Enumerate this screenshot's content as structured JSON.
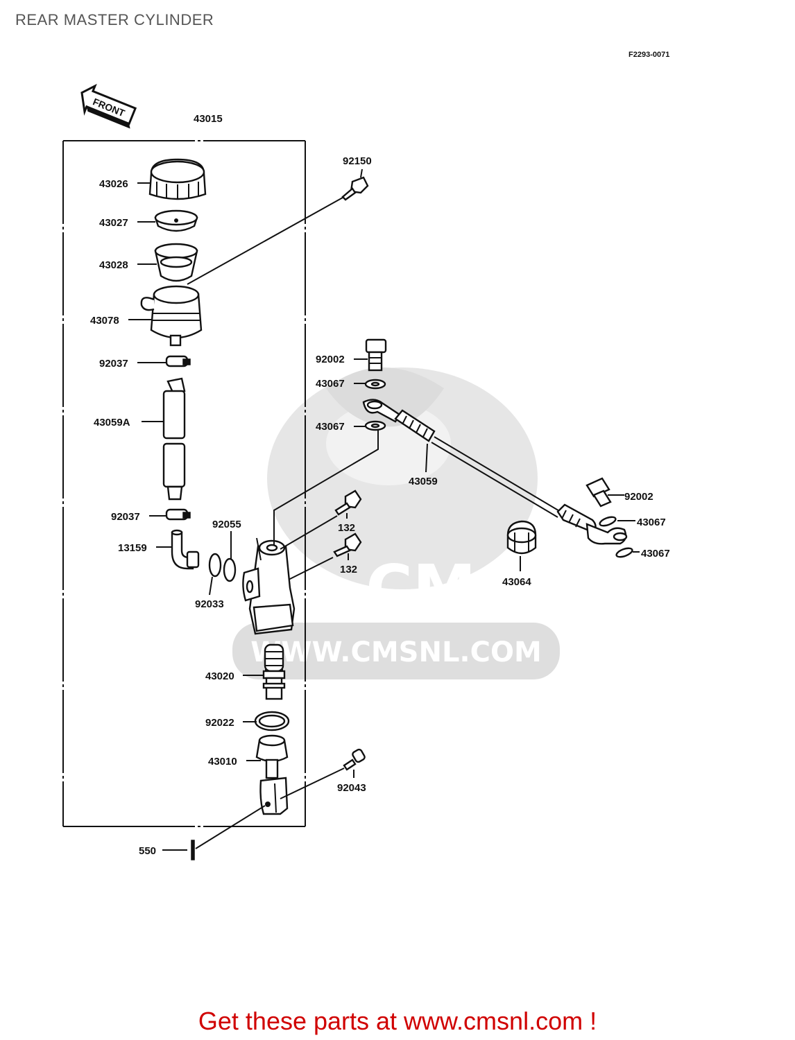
{
  "title": "REAR MASTER CYLINDER",
  "diagram_code": "F2293-0071",
  "front_label": "FRONT",
  "watermark": {
    "logo_text": "CMS",
    "url_text": "WWW.CMSNL.COM"
  },
  "cta_text": "Get these parts at www.cmsnl.com !",
  "parts": {
    "assembly": "43015",
    "cap": "43026",
    "plate": "43027",
    "diaphragm": "43028",
    "reservoir": "43078",
    "clamp_top": "92037",
    "hose_reservoir": "43059A",
    "clamp_bottom": "92037",
    "elbow": "13159",
    "oring_92055": "92055",
    "oring_92033": "92033",
    "bolt_top": "92150",
    "banjo_bolt_upper": "92002",
    "washer_upper_a": "43067",
    "washer_upper_b": "43067",
    "brake_hose": "43059",
    "bolt_132_a": "132",
    "bolt_132_b": "132",
    "banjo_bolt_lower": "92002",
    "washer_lower_a": "43067",
    "washer_lower_b": "43067",
    "grommet": "43064",
    "spring": "43020",
    "circlip": "92022",
    "piston": "43010",
    "pin": "92043",
    "cotter_pin": "550"
  }
}
